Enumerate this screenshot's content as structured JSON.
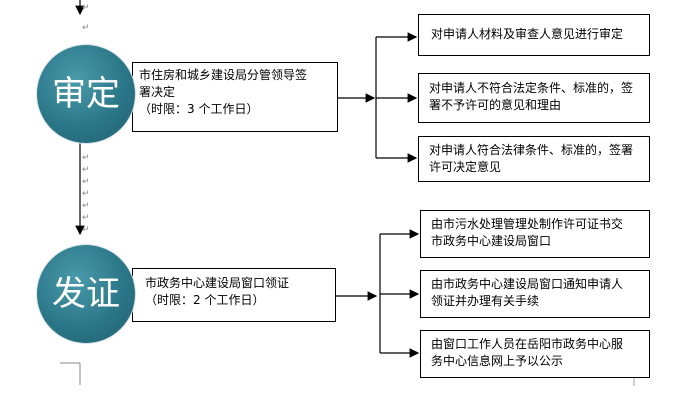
{
  "stages": [
    {
      "circle_label": "审定",
      "main_box": {
        "lines": [
          "市住房和城乡建设局分管领导签",
          "署决定",
          "（时限：3 个工作日）"
        ]
      },
      "outcomes": [
        {
          "lines": [
            "对申请人材料及审查人意见进行审定"
          ]
        },
        {
          "lines": [
            "对申请人不符合法定条件、标准的，签",
            "署不予许可的意见和理由"
          ]
        },
        {
          "lines": [
            "对申请人符合法律条件、标准的，签署",
            "许可决定意见"
          ]
        }
      ]
    },
    {
      "circle_label": "发证",
      "main_box": {
        "lines": [
          "市政务中心建设局窗口领证",
          "（时限：2 个工作日）"
        ]
      },
      "outcomes": [
        {
          "lines": [
            "由市污水处理管理处制作许可证书交",
            "市政务中心建设局窗口"
          ]
        },
        {
          "lines": [
            "由市政务中心建设局窗口通知申请人",
            "领证并办理有关手续"
          ]
        },
        {
          "lines": [
            "由窗口工作人员在岳阳市政务中心服",
            "务中心信息网上予以公示"
          ]
        }
      ]
    }
  ],
  "colors": {
    "circle": "#2a7788",
    "line": "#000000"
  }
}
